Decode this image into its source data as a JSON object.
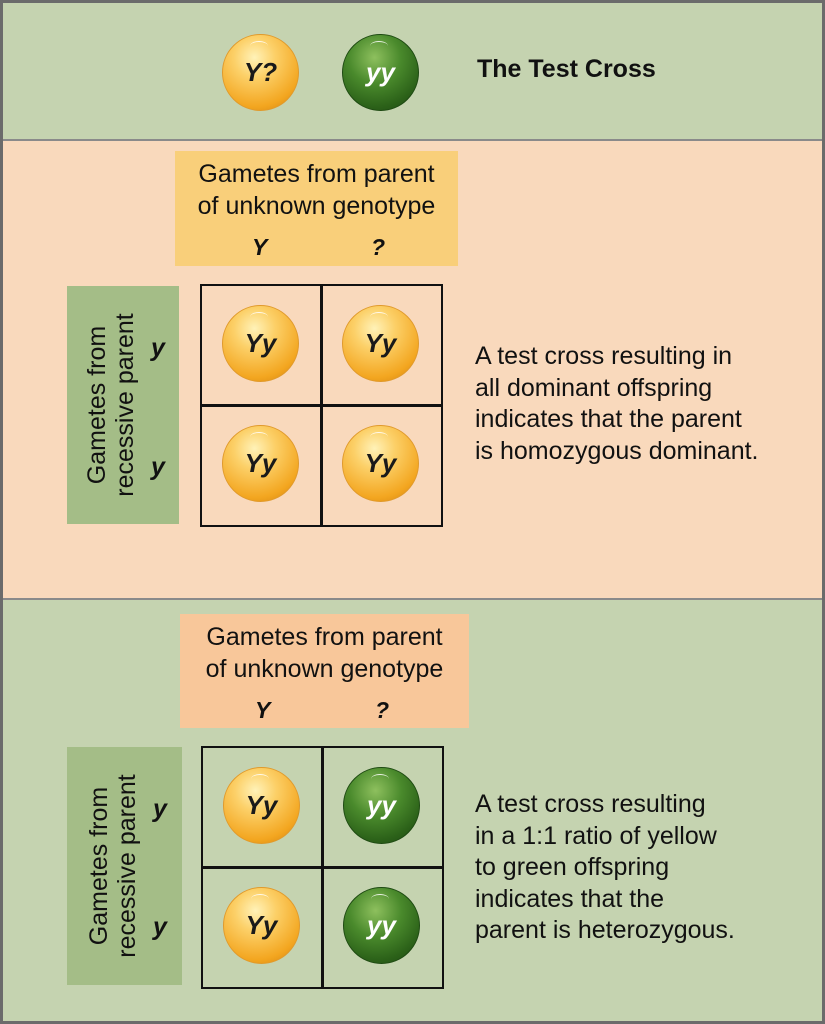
{
  "header": {
    "unknown_pea": "Y?",
    "recessive_pea": "yy",
    "title": "The Test Cross"
  },
  "cross1": {
    "gametes_label_line1": "Gametes from parent",
    "gametes_label_line2": "of unknown genotype",
    "col_alleles": [
      "Y",
      "?"
    ],
    "side_label_line1": "Gametes from",
    "side_label_line2": "recessive parent",
    "row_alleles": [
      "y",
      "y"
    ],
    "cells": [
      {
        "genotype": "Yy",
        "color": "yellow"
      },
      {
        "genotype": "Yy",
        "color": "yellow"
      },
      {
        "genotype": "Yy",
        "color": "yellow"
      },
      {
        "genotype": "Yy",
        "color": "yellow"
      }
    ],
    "description_lines": [
      "A test cross resulting in",
      "all dominant offspring",
      "indicates that the parent",
      "is homozygous dominant."
    ]
  },
  "cross2": {
    "gametes_label_line1": "Gametes from parent",
    "gametes_label_line2": "of unknown genotype",
    "col_alleles": [
      "Y",
      "?"
    ],
    "side_label_line1": "Gametes from",
    "side_label_line2": "recessive parent",
    "row_alleles": [
      "y",
      "y"
    ],
    "cells": [
      {
        "genotype": "Yy",
        "color": "yellow"
      },
      {
        "genotype": "yy",
        "color": "green"
      },
      {
        "genotype": "Yy",
        "color": "yellow"
      },
      {
        "genotype": "yy",
        "color": "green"
      }
    ],
    "description_lines": [
      "A test cross resulting",
      "in a 1:1 ratio of yellow",
      "to green offspring",
      "indicates that the",
      "parent is heterozygous."
    ]
  },
  "colors": {
    "green_band": "#c5d3b0",
    "peach_band": "#f9d9bc",
    "gamete_box_1": "#f9cf7a",
    "gamete_box_2": "#f8c79a",
    "side_box": "#a4bd87",
    "yellow_pea": "#f3a620",
    "green_pea": "#2c6219"
  }
}
